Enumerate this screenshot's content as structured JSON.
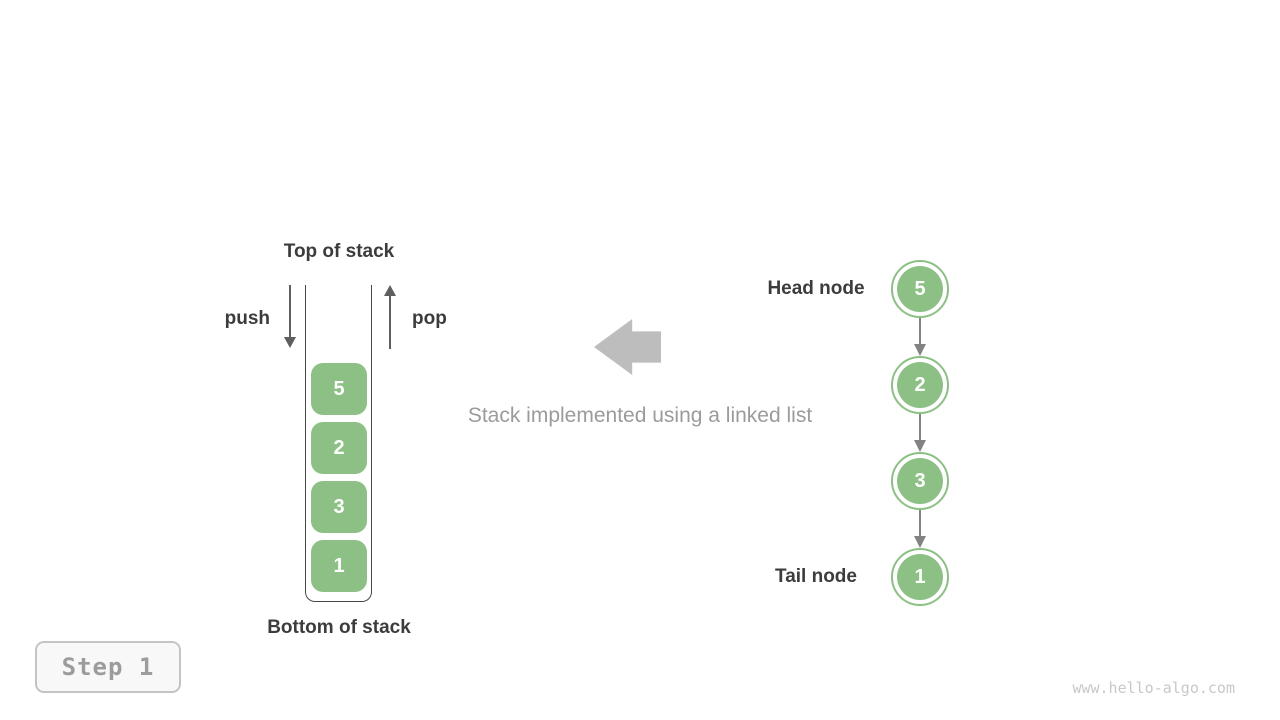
{
  "stack_panel": {
    "top_label": "Top of stack",
    "bottom_label": "Bottom of stack",
    "push_label": "push",
    "pop_label": "pop",
    "items_top_to_bottom": [
      "5",
      "2",
      "3",
      "1"
    ]
  },
  "caption": "Stack implemented using a linked list",
  "linked_list_panel": {
    "head_label": "Head node",
    "tail_label": "Tail node",
    "nodes_head_to_tail": [
      "5",
      "2",
      "3",
      "1"
    ]
  },
  "footer": {
    "step_label": "Step 1",
    "watermark": "www.hello-algo.com"
  },
  "colors": {
    "green": "#8CC084",
    "outline": "#464646",
    "dark_text": "#3C3C3C",
    "gray_text": "#9B9B9B",
    "arrow_gray": "#5F5F5F",
    "connector_gray": "#828282",
    "block_arrow": "#BDBDBD",
    "badge_text": "#9C9C9C",
    "badge_bg": "#F8F8F8",
    "badge_border": "#C4C4C4",
    "watermark": "#C8C8C8"
  }
}
